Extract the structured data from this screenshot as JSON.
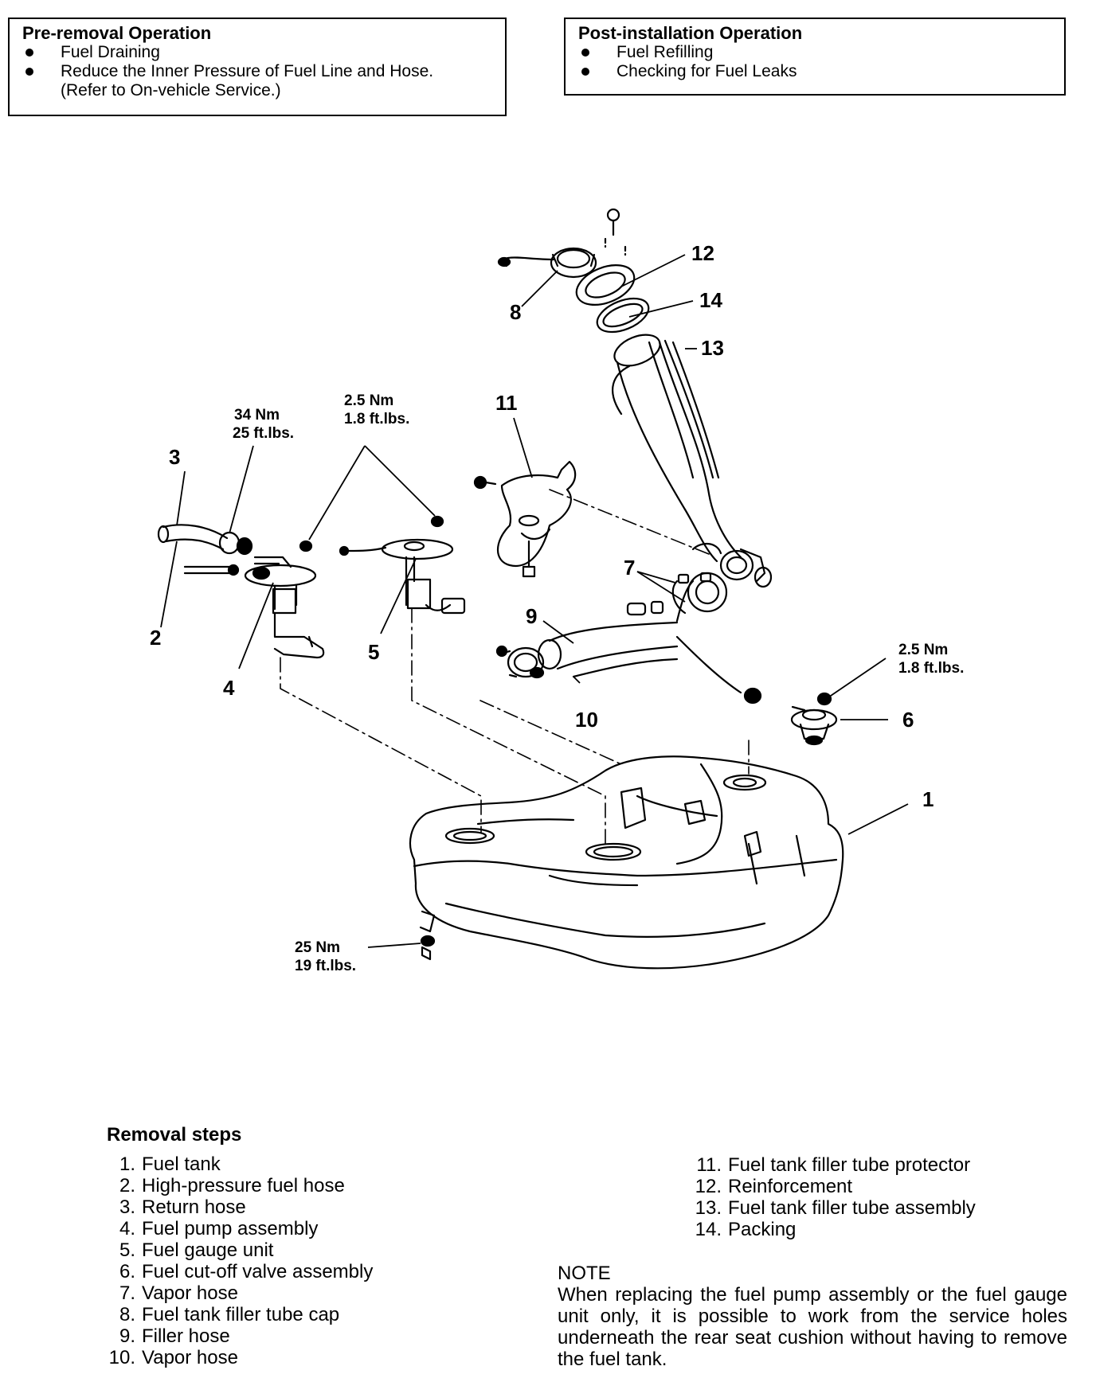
{
  "pre_removal": {
    "title": "Pre-removal Operation",
    "items": [
      "Fuel Draining",
      "Reduce the Inner Pressure of Fuel Line and Hose."
    ],
    "note": "(Refer to On-vehicle Service.)"
  },
  "post_installation": {
    "title": "Post-installation Operation",
    "items": [
      "Fuel Refilling",
      "Checking for Fuel Leaks"
    ]
  },
  "callouts": {
    "c1": "1",
    "c2": "2",
    "c3": "3",
    "c4": "4",
    "c5": "5",
    "c6": "6",
    "c7": "7",
    "c8": "8",
    "c9": "9",
    "c10": "10",
    "c11": "11",
    "c12": "12",
    "c13": "13",
    "c14": "14"
  },
  "torques": {
    "pump_nm": "34 Nm",
    "pump_ftlbs": "25 ft.lbs.",
    "gauge_nm": "2.5 Nm",
    "gauge_ftlbs": "1.8 ft.lbs.",
    "valve_nm": "2.5 Nm",
    "valve_ftlbs": "1.8 ft.lbs.",
    "tank_nm": "25 Nm",
    "tank_ftlbs": "19 ft.lbs."
  },
  "removal": {
    "title": "Removal steps",
    "left": [
      {
        "num": "1.",
        "label": "Fuel tank"
      },
      {
        "num": "2.",
        "label": "High-pressure fuel hose"
      },
      {
        "num": "3.",
        "label": "Return hose"
      },
      {
        "num": "4.",
        "label": "Fuel pump assembly"
      },
      {
        "num": "5.",
        "label": "Fuel gauge unit"
      },
      {
        "num": "6.",
        "label": "Fuel cut-off valve assembly"
      },
      {
        "num": "7.",
        "label": "Vapor hose"
      },
      {
        "num": "8.",
        "label": "Fuel tank filler tube cap"
      },
      {
        "num": "9.",
        "label": "Filler hose"
      },
      {
        "num": "10.",
        "label": "Vapor hose"
      }
    ],
    "right": [
      {
        "num": "11.",
        "label": "Fuel tank filler tube protector"
      },
      {
        "num": "12.",
        "label": "Reinforcement"
      },
      {
        "num": "13.",
        "label": "Fuel tank filler tube assembly"
      },
      {
        "num": "14.",
        "label": "Packing"
      }
    ]
  },
  "note": {
    "title": "NOTE",
    "text": "When replacing the fuel pump assembly or the fuel gauge unit only, it is possible to work from the service holes underneath the rear seat cushion without having to remove the fuel tank."
  }
}
